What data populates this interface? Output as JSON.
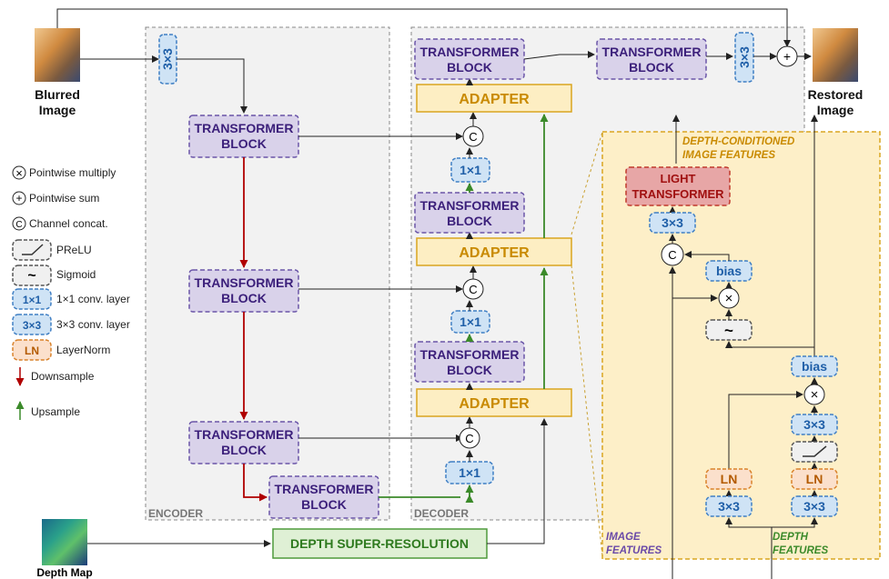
{
  "inputs": {
    "blurred_label_1": "Blurred",
    "blurred_label_2": "Image",
    "restored_label_1": "Restored",
    "restored_label_2": "Image",
    "depth_label": "Depth Map"
  },
  "blocks": {
    "transformer_1": "TRANSFORMER",
    "transformer_2": "BLOCK",
    "conv3": "3×3",
    "conv1": "1×1",
    "adapter": "ADAPTER",
    "depth_sr": "DEPTH SUPER-RESOLUTION",
    "light_1": "LIGHT",
    "light_2": "TRANSFORMER",
    "bias": "bias",
    "ln": "LN",
    "concat": "C",
    "plus": "+",
    "times": "×",
    "sigmoid": "~"
  },
  "sections": {
    "encoder": "ENCODER",
    "decoder": "DECODER"
  },
  "adapter_detail": {
    "depth_cond_1": "DEPTH-CONDITIONED",
    "depth_cond_2": "IMAGE FEATURES",
    "image_features_1": "IMAGE",
    "image_features_2": "FEATURES",
    "depth_features_1": "DEPTH",
    "depth_features_2": "FEATURES"
  },
  "legend": {
    "multiply": "Pointwise multiply",
    "sum": "Pointwise sum",
    "concat": "Channel concat.",
    "prelu": "PReLU",
    "sigmoid": "Sigmoid",
    "conv1": "1×1 conv. layer",
    "conv3": "3×3 conv. layer",
    "ln": "LayerNorm",
    "downsample": "Downsample",
    "upsample": "Upsample"
  },
  "colors": {
    "transformer_fill": "#d9d2ea",
    "transformer_stroke": "#6a55a8",
    "conv_fill": "#cfe3f5",
    "conv_stroke": "#3f7fc4",
    "adapter_fill": "#fdeec3",
    "adapter_stroke": "#d9a520",
    "depth_sr_fill": "#dff0d5",
    "depth_sr_stroke": "#4f9a3c",
    "light_fill": "#e7a6a6",
    "light_stroke": "#c0392b",
    "ln_fill": "#fbe0cc",
    "ln_stroke": "#d9822b",
    "downsample": "#b00000",
    "upsample": "#3b8a2a",
    "panel_fill": "#f2f2f2",
    "detail_fill": "#fdefc8"
  }
}
